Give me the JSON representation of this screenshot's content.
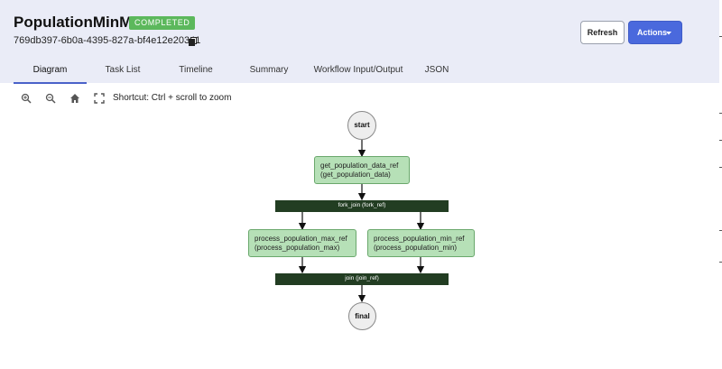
{
  "header": {
    "title": "PopulationMinMax",
    "status_badge": "COMPLETED",
    "workflow_id": "769db397-6b0a-4395-827a-bf4e12e20341",
    "refresh_label": "Refresh",
    "actions_label": "Actions"
  },
  "tabs": [
    "Diagram",
    "Task List",
    "Timeline",
    "Summary",
    "Workflow Input/Output",
    "JSON"
  ],
  "active_tab": "Diagram",
  "toolbar": {
    "icons": [
      "zoom-in-icon",
      "zoom-out-icon",
      "home-icon",
      "fit-screen-icon"
    ],
    "shortcut_text": "Shortcut: Ctrl + scroll to zoom"
  },
  "diagram": {
    "start_label": "start",
    "end_label": "final",
    "task_get": {
      "line1": "get_population_data_ref",
      "line2": "(get_population_data)"
    },
    "fork_label": "fork_join (fork_ref)",
    "task_max": {
      "line1": "process_population_max_ref",
      "line2": "(process_population_max)"
    },
    "task_min": {
      "line1": "process_population_min_ref",
      "line2": "(process_population_min)"
    },
    "join_label": "join (join_ref)"
  },
  "colors": {
    "header_bg": "#eaecf7",
    "badge_green": "#5cb85c",
    "actions_blue": "#4a69dd",
    "task_fill": "#b6e0b7",
    "bar_fill": "#223d22",
    "tab_underline": "#4a62c9"
  }
}
